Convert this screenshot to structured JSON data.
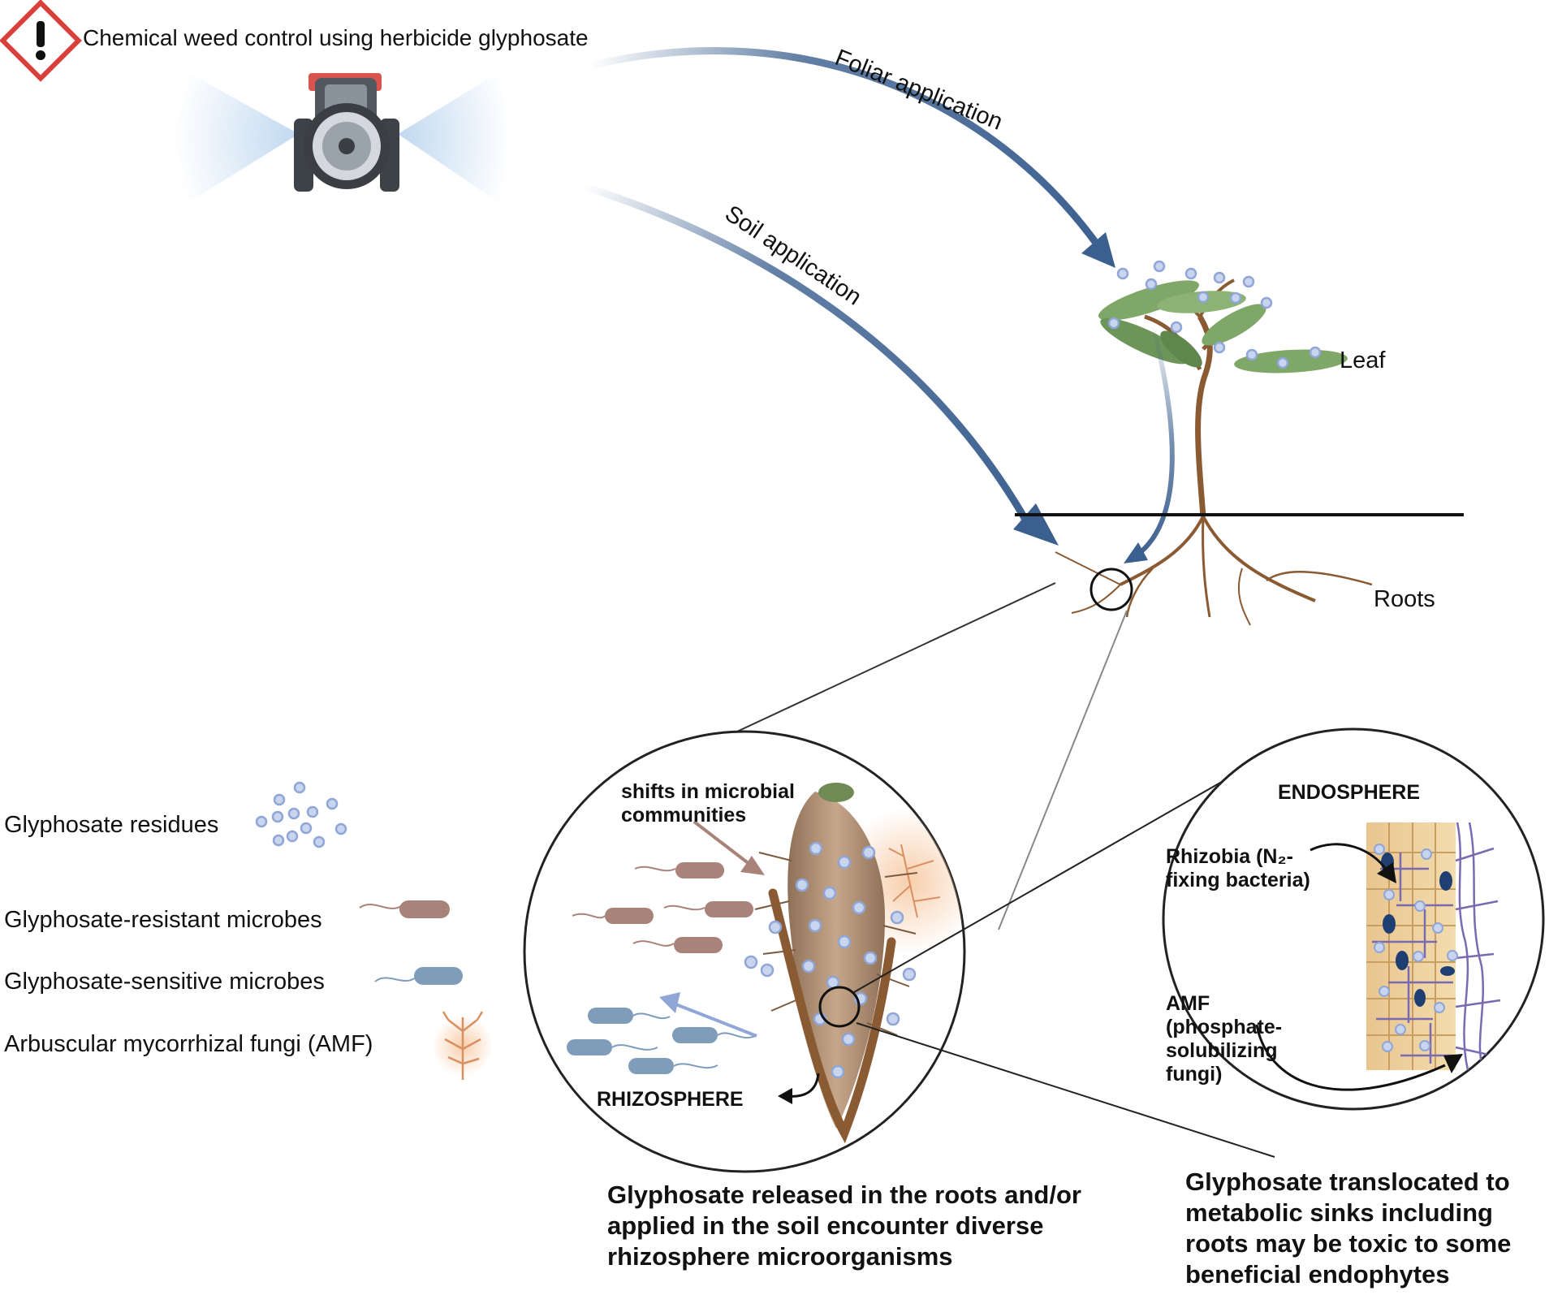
{
  "hazard_title": "Chemical weed control using herbicide glyphosate",
  "arrows": {
    "foliar": "Foliar application",
    "soil": "Soil application"
  },
  "plant": {
    "leaf": "Leaf",
    "roots": "Roots"
  },
  "legend": {
    "residues": "Glyphosate residues",
    "resistant": "Glyphosate-resistant microbes",
    "sensitive": "Glyphosate-sensitive microbes",
    "amf": "Arbuscular mycorrhizal fungi (AMF)"
  },
  "rhizosphere": {
    "shifts": "shifts in microbial communities",
    "title": "RHIZOSPHERE",
    "caption": "Glyphosate released in the roots and/or applied in the soil encounter diverse rhizosphere microorganisms"
  },
  "endosphere": {
    "title": "ENDOSPHERE",
    "rhizobia": "Rhizobia (N₂- fixing bacteria)",
    "amf": "AMF (phosphate-solubilizing fungi)",
    "caption": "Glyphosate translocated to metabolic sinks including roots may be toxic to some beneficial endophytes"
  },
  "colors": {
    "arrow_blue": "#3b5f8f",
    "hazard_red": "#d9403a",
    "resistant_microbe": "#a9827a",
    "sensitive_microbe": "#7f9dbb",
    "residue": "#8fa6d6",
    "root_brown": "#8a5a33",
    "leaf_green": "#7ea768"
  }
}
